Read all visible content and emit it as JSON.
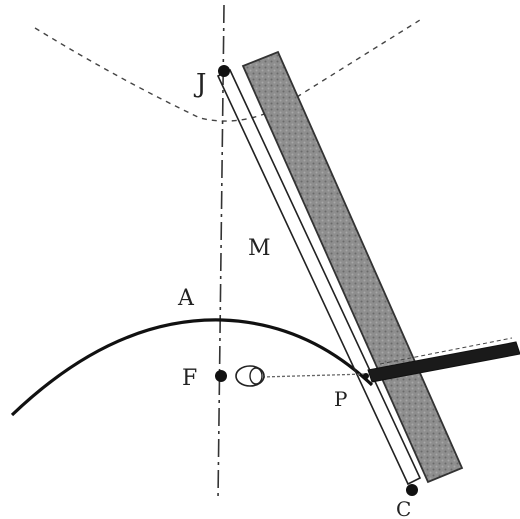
{
  "labels": {
    "top_point": "J",
    "vertex": "A",
    "focus": "F",
    "rod": "M",
    "contact_point": "P",
    "bottom_point": "C"
  },
  "colors": {
    "ink": "#1a1a1a",
    "guide": "#555555",
    "rod_fill": "#8c8c8c",
    "rod_shade": "#6f6f6f"
  }
}
